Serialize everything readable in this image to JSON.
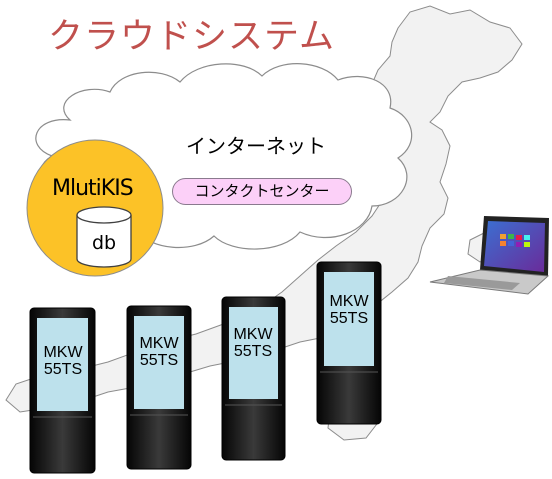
{
  "title": "クラウドシステム",
  "cloud": {
    "label": "インターネット",
    "service": "コンタクトセンター"
  },
  "system": {
    "label": "MlutiKIS",
    "database": "db"
  },
  "kiosks": [
    {
      "line1": "MKW",
      "line2": "55TS"
    },
    {
      "line1": "MKW",
      "line2": "55TS"
    },
    {
      "line1": "MKW",
      "line2": "55TS"
    },
    {
      "line1": "MKW",
      "line2": "55TS"
    }
  ],
  "colors": {
    "title": "#c0504d",
    "map_fill": "#f2f2f2",
    "cloud_fill": "#ffffff",
    "system_circle": "#fcc227",
    "pill_fill": "#fcd0f8",
    "kiosk_body": "#1a1a1a",
    "kiosk_screen": "#bde1ec"
  },
  "laptop": {
    "icon": "laptop-icon"
  }
}
